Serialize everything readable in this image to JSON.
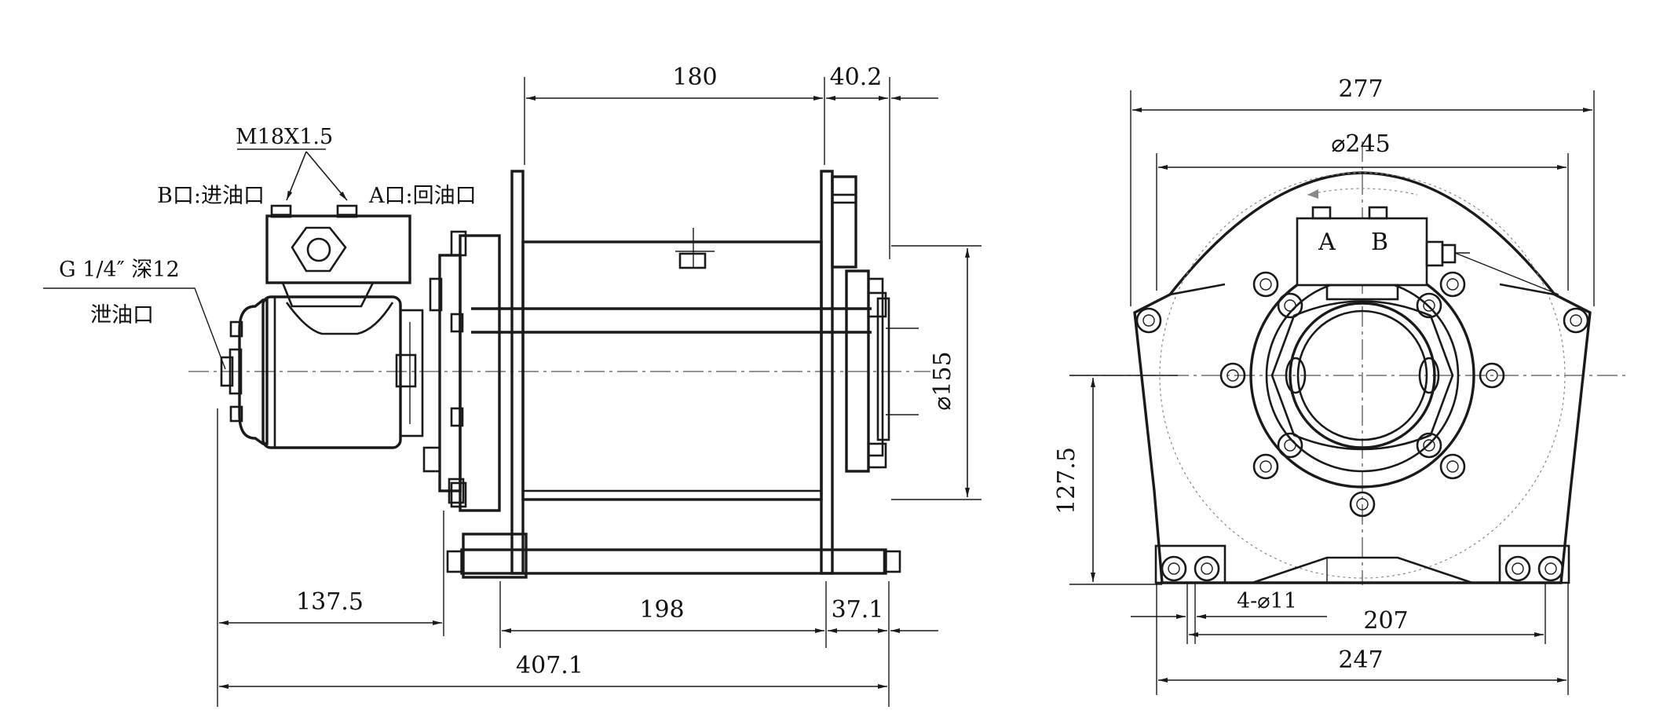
{
  "side_view": {
    "dims": {
      "d180": "180",
      "d40_2": "40.2",
      "d155": "⌀155",
      "d137_5": "137.5",
      "d198": "198",
      "d37_1": "37.1",
      "d407_1": "407.1"
    },
    "labels": {
      "thread": "M18X1.5",
      "port_b": "B口:进油口",
      "port_a": "A口:回油口",
      "drain_spec": "G 1/4″ 深12",
      "drain_name": "泄油口"
    }
  },
  "front_view": {
    "dims": {
      "d277": "277",
      "d245": "⌀245",
      "d127_5": "127.5",
      "holes": "4-⌀11",
      "d207": "207",
      "d247": "247"
    },
    "labels": {
      "port_a": "A",
      "port_b": "B"
    }
  }
}
